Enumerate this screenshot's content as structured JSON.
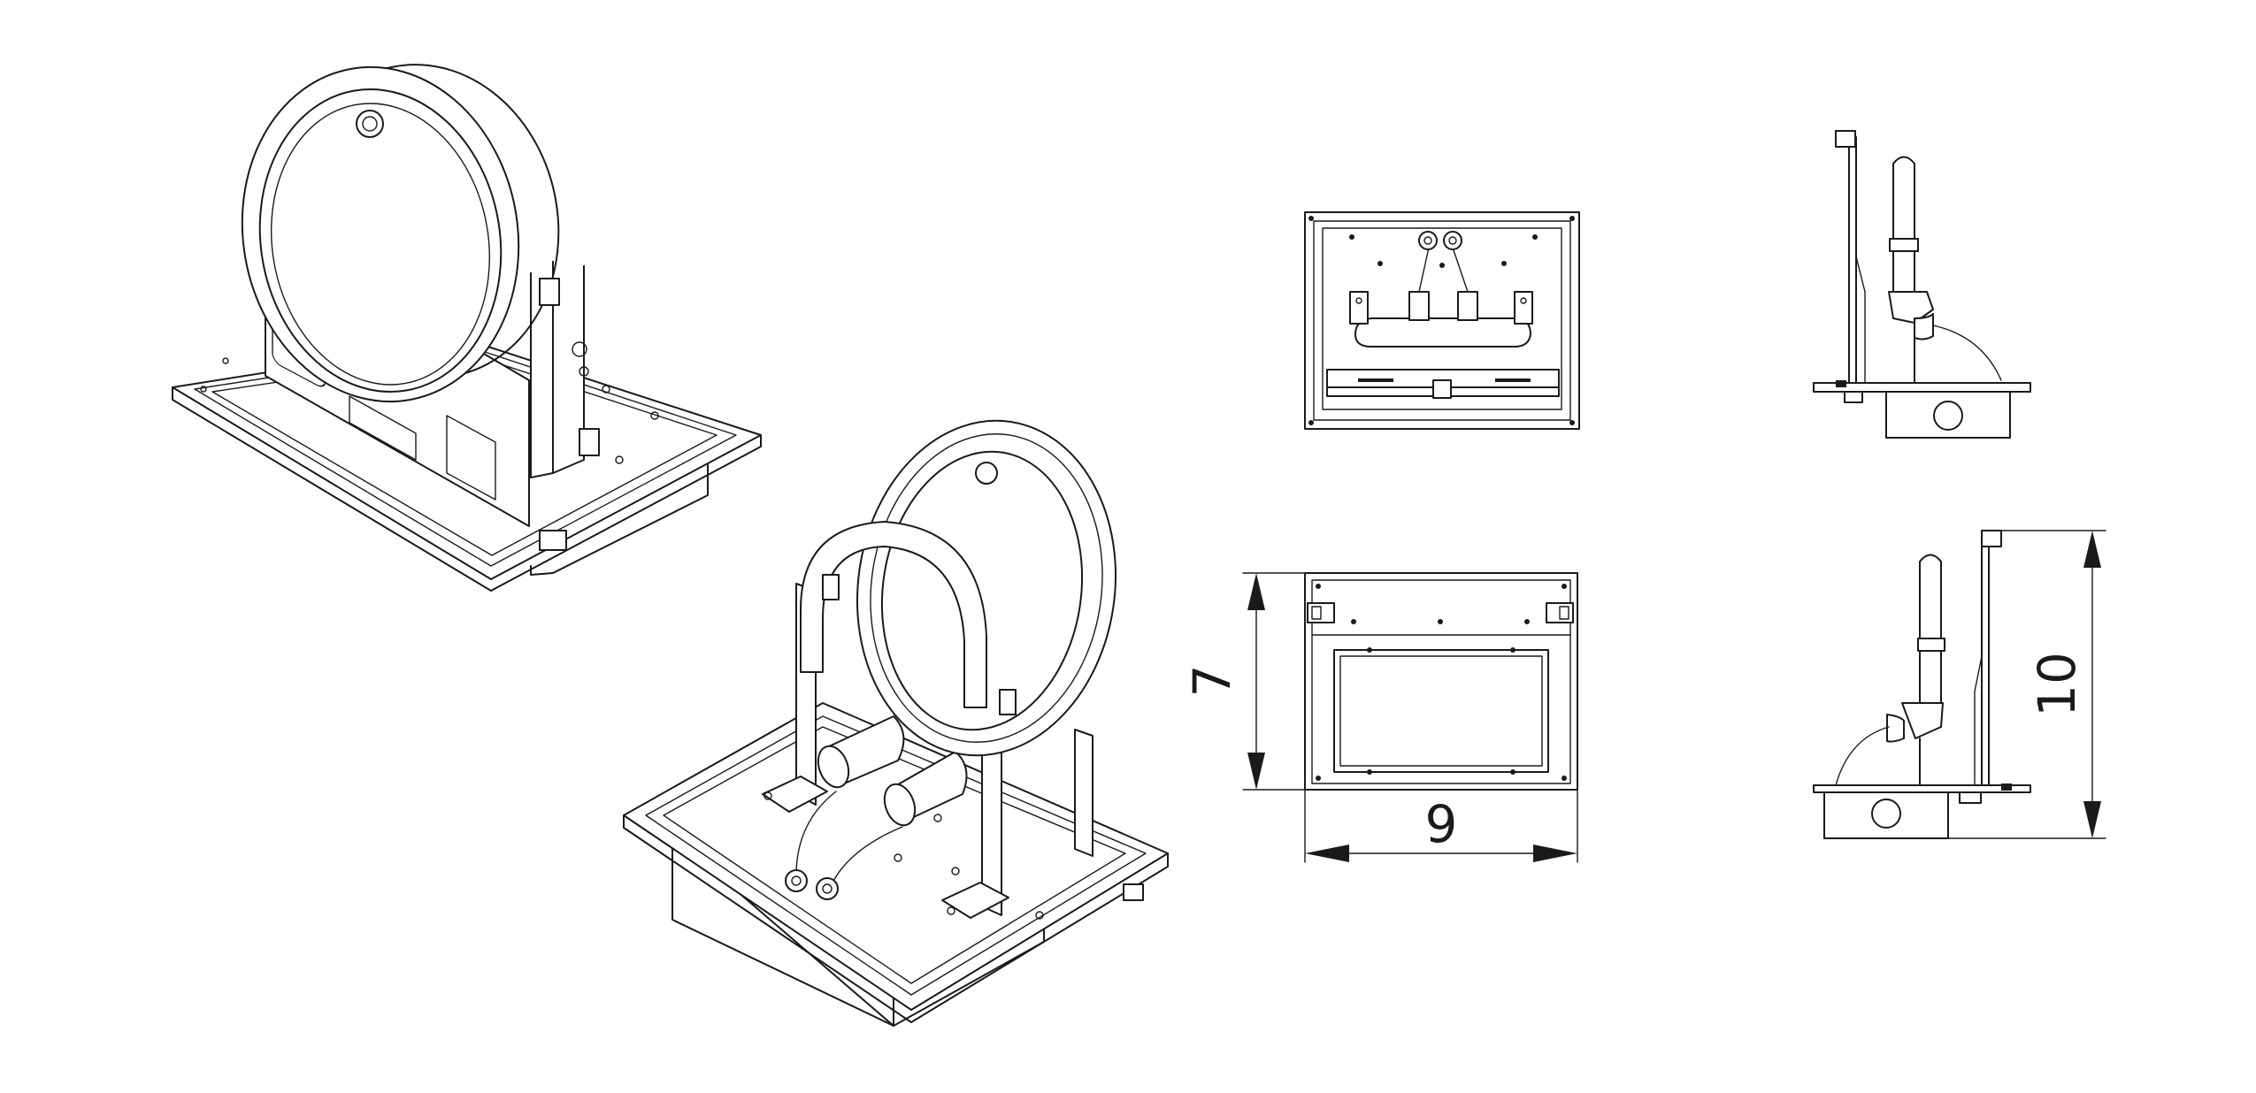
{
  "dimensions": {
    "height_label": "7",
    "width_label": "9",
    "depth_label": "10"
  }
}
